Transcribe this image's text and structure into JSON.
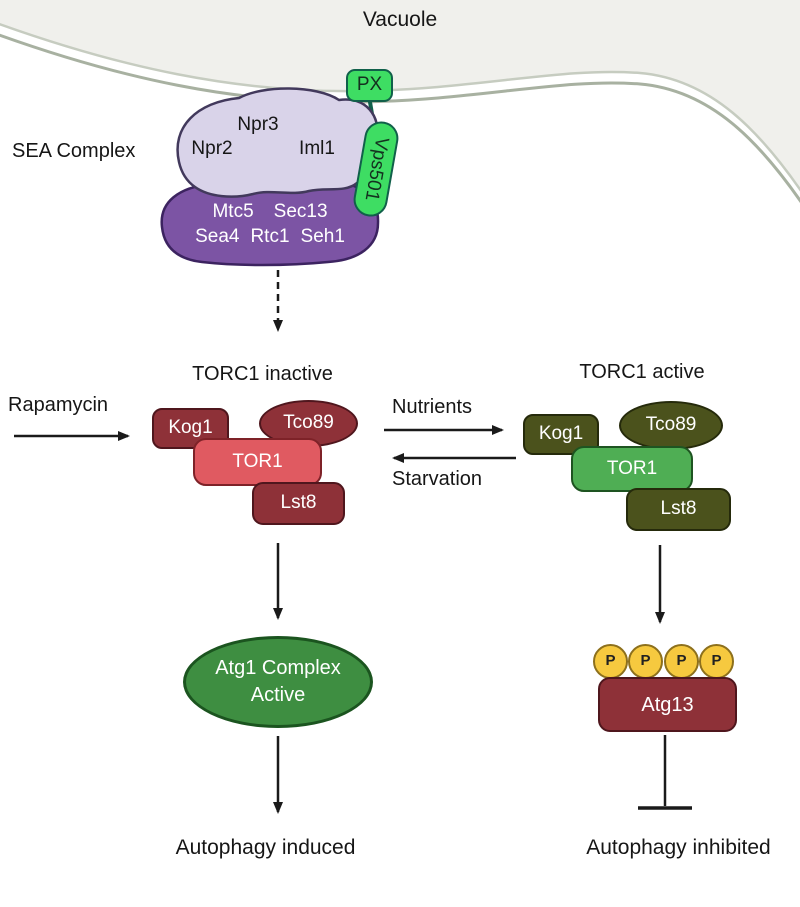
{
  "colors": {
    "membrane_fill": "#f0f0ec",
    "membrane_line": "#a8b1a1",
    "lavender": "#d9d3e9",
    "lavender_border": "#42395c",
    "purple": "#7c54a4",
    "purple_border": "#3c2360",
    "maroon": "#8e3138",
    "salmon": "#e05a61",
    "olive": "#4b521c",
    "bright_green": "#3edd63",
    "teal_border": "#11604a",
    "mid_green": "#4fae54",
    "dark_green": "#3e8e41",
    "phospho_yellow": "#f6c93f",
    "arrow_black": "#1a1a1a"
  },
  "vacuole": {
    "label": "Vacuole"
  },
  "sea_complex": {
    "label": "SEA Complex",
    "upper": [
      "Npr3",
      "Npr2",
      "Iml1"
    ],
    "lower_row1": [
      "Mtc5",
      "Sec13"
    ],
    "lower_row2": [
      "Sea4",
      "Rtc1",
      "Seh1"
    ]
  },
  "membrane_proteins": {
    "px": "PX",
    "vps501": "Vps501"
  },
  "torc1_inactive": {
    "title": "TORC1 inactive",
    "kog1": "Kog1",
    "tco89": "Tco89",
    "tor1": "TOR1",
    "lst8": "Lst8"
  },
  "torc1_active": {
    "title": "TORC1 active",
    "kog1": "Kog1",
    "tco89": "Tco89",
    "tor1": "TOR1",
    "lst8": "Lst8"
  },
  "signals": {
    "rapamycin": "Rapamycin",
    "nutrients": "Nutrients",
    "starvation": "Starvation"
  },
  "outcomes": {
    "atg1_line1": "Atg1 Complex",
    "atg1_line2": "Active",
    "atg13": "Atg13",
    "phospho": "P",
    "induced": "Autophagy induced",
    "inhibited": "Autophagy inhibited"
  }
}
